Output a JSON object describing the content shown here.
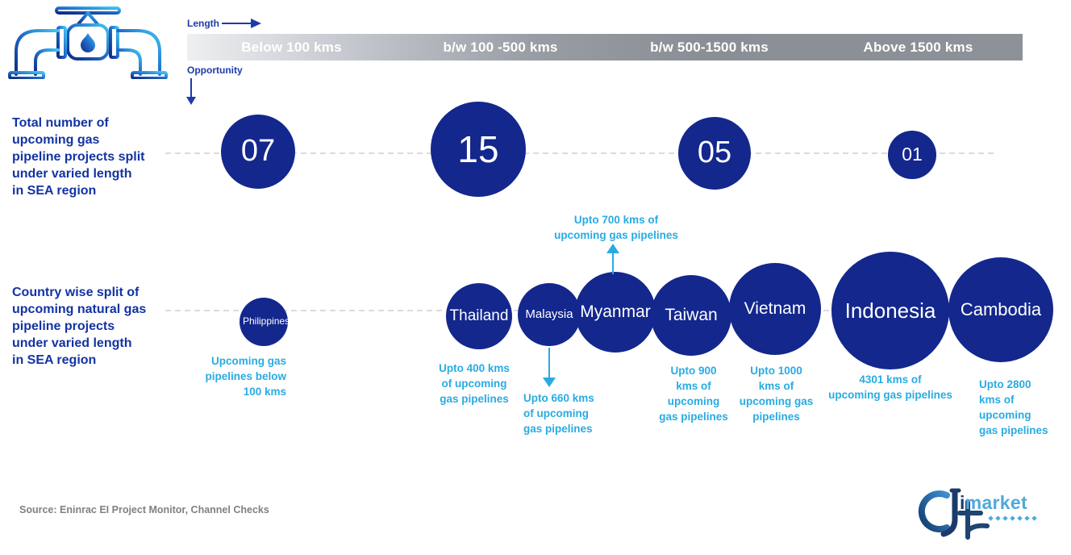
{
  "colors": {
    "circle_blue": "#13278D",
    "accent_cyan": "#29ABE2",
    "dark_blue_text": "#1333A3",
    "axis_blue": "#1E3BAB",
    "header_text": "#FFFFFF",
    "source_gray": "#808080"
  },
  "axis": {
    "length_label": "Length",
    "opportunity_label": "Opportunity"
  },
  "header": {
    "categories": [
      {
        "label": "Below 100 kms"
      },
      {
        "label": "b/w 100 -500 kms"
      },
      {
        "label": "b/w 500-1500 kms"
      },
      {
        "label": "Above 1500 kms"
      }
    ]
  },
  "row1": {
    "label_lines": [
      "Total number of",
      "upcoming gas",
      "pipeline projects split",
      "under varied length",
      "in SEA region"
    ],
    "circles": [
      {
        "value": "07"
      },
      {
        "value": "15"
      },
      {
        "value": "05"
      },
      {
        "value": "01"
      }
    ]
  },
  "row2": {
    "label_lines": [
      "Country wise split of",
      "upcoming natural gas",
      "pipeline projects",
      "under varied length",
      "in SEA region"
    ],
    "countries": [
      {
        "name": "Philippines"
      },
      {
        "name": "Thailand"
      },
      {
        "name": "Malaysia"
      },
      {
        "name": "Myanmar"
      },
      {
        "name": "Taiwan"
      },
      {
        "name": "Vietnam"
      },
      {
        "name": "Indonesia"
      },
      {
        "name": "Cambodia"
      }
    ]
  },
  "annotations": {
    "philippines": {
      "lines": [
        "Upcoming gas",
        "pipelines below",
        "100 kms"
      ]
    },
    "thailand": {
      "lines": [
        "Upto 400 kms",
        "of upcoming",
        "gas pipelines"
      ]
    },
    "malaysia": {
      "lines": [
        "Upto 660 kms",
        "of upcoming",
        "gas pipelines"
      ]
    },
    "myanmar": {
      "lines": [
        "Upto 700 kms of",
        "upcoming gas pipelines"
      ]
    },
    "taiwan": {
      "lines": [
        "Upto 900",
        "kms of",
        "upcoming",
        "gas pipelines"
      ]
    },
    "vietnam": {
      "lines": [
        "Upto 1000",
        "kms of",
        "upcoming gas",
        "pipelines"
      ]
    },
    "indonesia": {
      "lines": [
        "4301 kms of",
        "upcoming gas pipelines"
      ]
    },
    "cambodia": {
      "lines": [
        "Upto 2800",
        "kms of",
        "upcoming",
        "gas pipelines"
      ]
    }
  },
  "source": {
    "text": "Source: Eninrac EI Project Monitor, Channel Checks"
  },
  "logo": {
    "text_i": "i",
    "text_market": "market"
  },
  "chart_data": [
    {
      "type": "scatter",
      "title": "Total number of upcoming gas pipeline projects split under varied length in SEA region",
      "categories": [
        "Below 100 kms",
        "b/w 100 -500 kms",
        "b/w 500-1500 kms",
        "Above 1500 kms"
      ],
      "values": [
        7,
        15,
        5,
        1
      ],
      "legend_position": "none",
      "grid": false
    },
    {
      "type": "scatter",
      "title": "Country wise split of upcoming natural gas pipeline projects under varied length in SEA region",
      "points": [
        {
          "country": "Philippines",
          "length_category": "Below 100 kms",
          "upcoming_kms": null,
          "label": "Upcoming gas pipelines below 100 kms"
        },
        {
          "country": "Thailand",
          "length_category": "b/w 100 -500 kms",
          "upcoming_kms": 400,
          "label": "Upto 400 kms of upcoming gas pipelines"
        },
        {
          "country": "Malaysia",
          "length_category": "b/w 500-1500 kms",
          "upcoming_kms": 660,
          "label": "Upto 660 kms of upcoming gas pipelines"
        },
        {
          "country": "Myanmar",
          "length_category": "b/w 500-1500 kms",
          "upcoming_kms": 700,
          "label": "Upto 700 kms of upcoming gas pipelines"
        },
        {
          "country": "Taiwan",
          "length_category": "b/w 500-1500 kms",
          "upcoming_kms": 900,
          "label": "Upto 900 kms of upcoming gas pipelines"
        },
        {
          "country": "Vietnam",
          "length_category": "b/w 500-1500 kms",
          "upcoming_kms": 1000,
          "label": "Upto 1000 kms of upcoming gas pipelines"
        },
        {
          "country": "Indonesia",
          "length_category": "Above 1500 kms",
          "upcoming_kms": 4301,
          "label": "4301 kms of upcoming gas pipelines"
        },
        {
          "country": "Cambodia",
          "length_category": "Above 1500 kms",
          "upcoming_kms": 2800,
          "label": "Upto 2800 kms of upcoming gas pipelines"
        }
      ]
    }
  ]
}
